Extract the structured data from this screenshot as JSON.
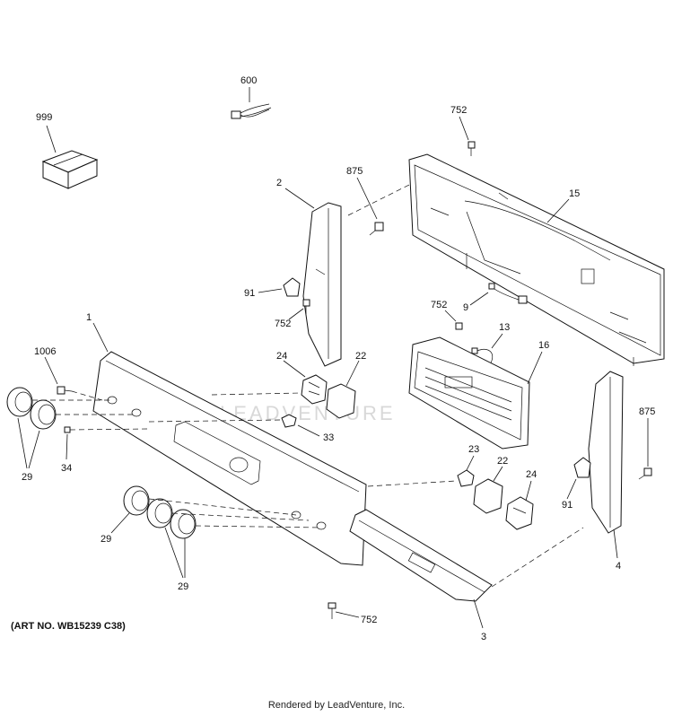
{
  "labels": {
    "l999": "999",
    "l600": "600",
    "l752a": "752",
    "l875a": "875",
    "l2": "2",
    "l15": "15",
    "l91a": "91",
    "l752b": "752",
    "l9": "9",
    "l752c": "752",
    "l13": "13",
    "l16": "16",
    "l1": "1",
    "l1006": "1006",
    "l24a": "24",
    "l22a": "22",
    "l33": "33",
    "l29a": "29",
    "l34": "34",
    "l875b": "875",
    "l23": "23",
    "l22b": "22",
    "l24b": "24",
    "l91b": "91",
    "l29b": "29",
    "l29c": "29",
    "l4": "4",
    "l752d": "752",
    "l3": "3"
  },
  "watermark": "LEADVENTURE",
  "art_no": "(ART NO. WB15239 C38)",
  "footer": "Rendered by LeadVenture, Inc."
}
